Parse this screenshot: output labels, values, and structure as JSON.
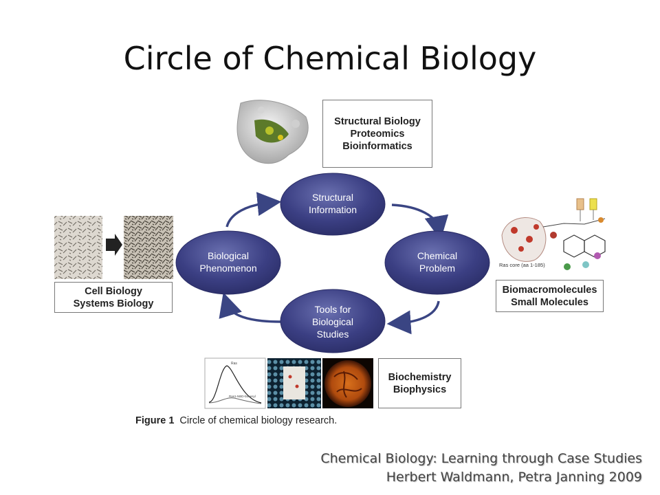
{
  "title": "Circle of Chemical Biology",
  "cycle_nodes": [
    {
      "lines": [
        "Structural",
        "Information"
      ]
    },
    {
      "lines": [
        "Chemical",
        "Problem"
      ]
    },
    {
      "lines": [
        "Tools for",
        "Biological",
        "Studies"
      ]
    },
    {
      "lines": [
        "Biological",
        "Phenomenon"
      ]
    }
  ],
  "boxes": {
    "top": [
      "Structural Biology",
      "Proteomics",
      "Bioinformatics"
    ],
    "left": [
      "Cell Biology",
      "Systems Biology"
    ],
    "right": [
      "Biomacromolecules",
      "Small Molecules"
    ],
    "bottom": [
      "Biochemistry",
      "Biophysics"
    ]
  },
  "image_labels": {
    "ras": "Ras core (aa 1-185)",
    "nmr_top": "Ras",
    "nmr_curve": "Ras1-NBD-farnesyl"
  },
  "caption": {
    "label": "Figure 1",
    "text": "Circle of chemical biology research."
  },
  "credits": [
    "Chemical Biology: Learning through Case Studies",
    "Herbert Waldmann, Petra Janning 2009"
  ],
  "colors": {
    "node": "#3b3f83",
    "node_edge": "#2a2d66",
    "arrow": "#3a4583"
  }
}
